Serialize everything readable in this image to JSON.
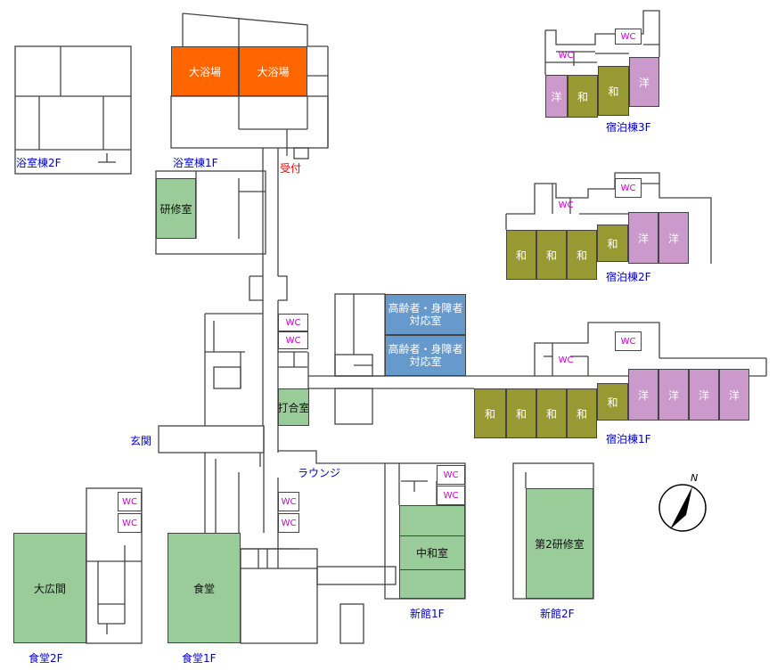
{
  "rooms": {
    "bath1": "大浴場",
    "bath2": "大浴場",
    "kenshu": "研修室",
    "uchiawase": "打合室",
    "dining": "食堂",
    "hall": "大広間",
    "chuwa": "中和室",
    "kenshu2": "第2研修室",
    "barrier1_line1": "高齢者・身障者",
    "barrier1_line2": "対応室",
    "barrier2_line1": "高齢者・身障者",
    "barrier2_line2": "対応室",
    "wa": "和",
    "yo": "洋",
    "wc": "WC"
  },
  "labels": {
    "bath_2f": "浴室棟2F",
    "bath_1f": "浴室棟1F",
    "reception": "受付",
    "entrance": "玄関",
    "lounge": "ラウンジ",
    "lodging_3f": "宿泊棟3F",
    "lodging_2f": "宿泊棟2F",
    "lodging_1f": "宿泊棟1F",
    "dining_2f": "食堂2F",
    "dining_1f": "食堂1F",
    "newhall_1f": "新館1F",
    "newhall_2f": "新館2F",
    "north": "N"
  },
  "colors": {
    "bath": "#ff6600",
    "green": "#99cc99",
    "wa_room": "#999933",
    "yo_room": "#cc99cc",
    "accessible": "#6699cc",
    "wc_text": "#cc00cc",
    "label": "#0000cc",
    "reception": "#ff0000"
  }
}
